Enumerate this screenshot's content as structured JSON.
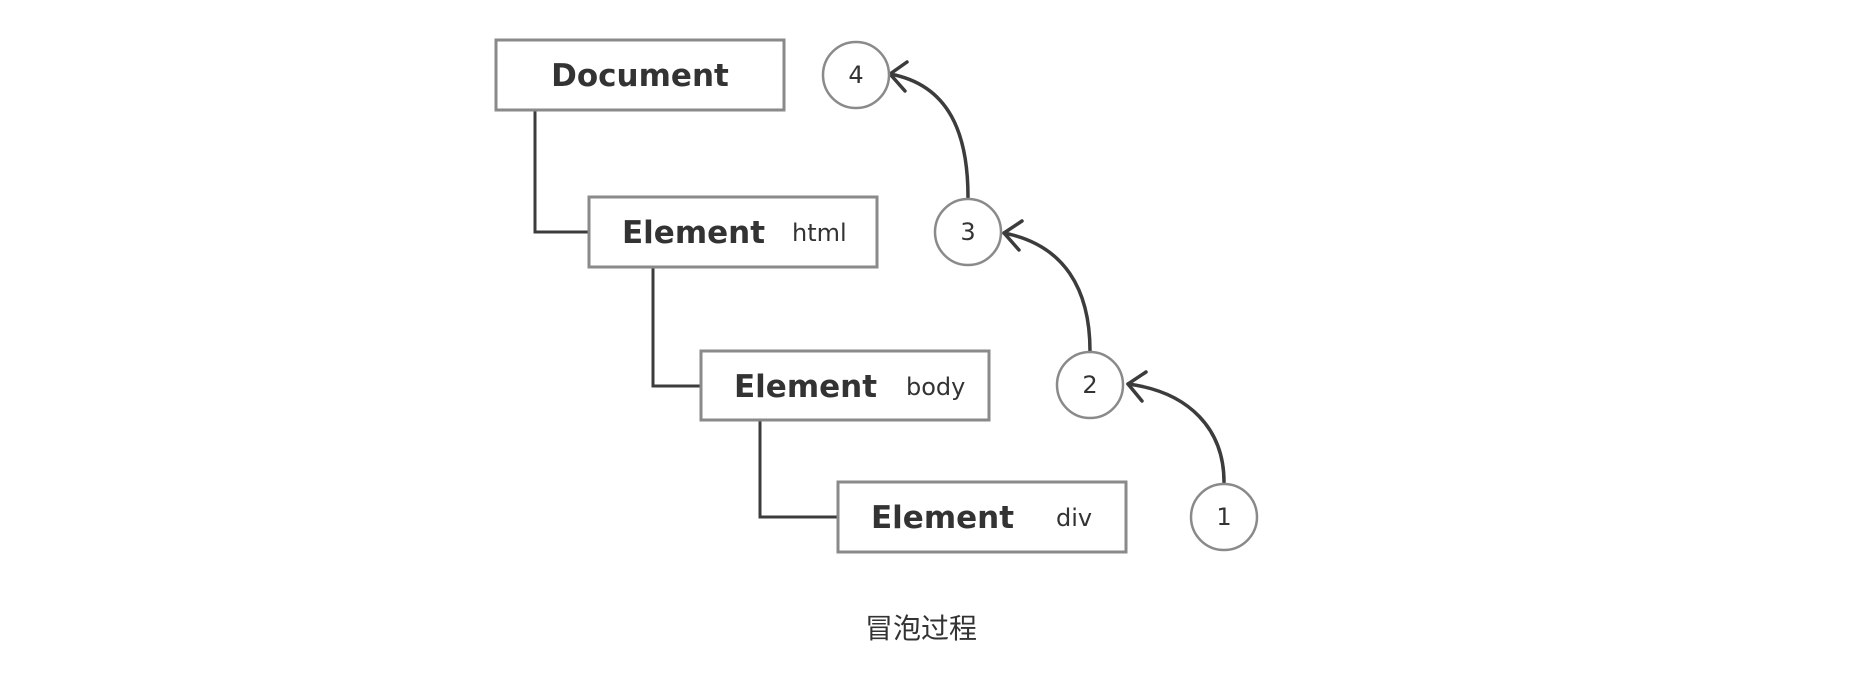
{
  "diagram": {
    "nodes": [
      {
        "title": "Document",
        "tag": ""
      },
      {
        "title": "Element",
        "tag": "html"
      },
      {
        "title": "Element",
        "tag": "body"
      },
      {
        "title": "Element",
        "tag": "div"
      }
    ],
    "steps": [
      "1",
      "2",
      "3",
      "4"
    ],
    "caption": "冒泡过程"
  },
  "colors": {
    "box_border": "#8a8a8a",
    "line": "#3c3c3c",
    "text": "#333333",
    "background": "#ffffff"
  }
}
